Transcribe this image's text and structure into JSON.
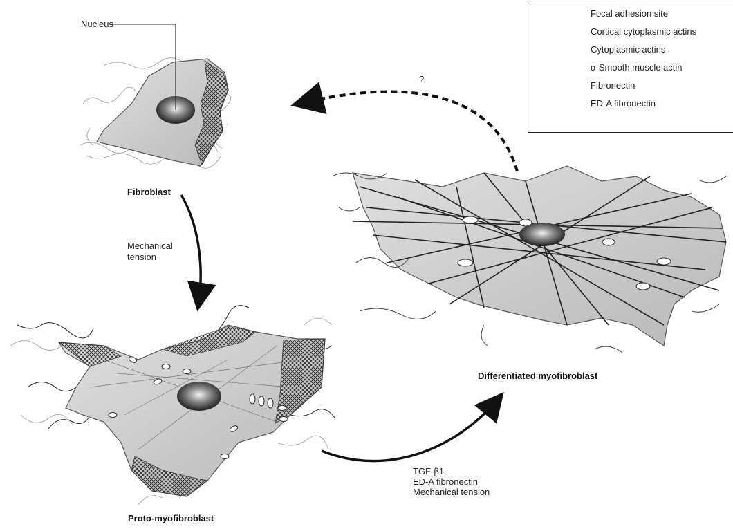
{
  "labels": {
    "nucleus": "Nucleus",
    "fibroblast": "Fibroblast",
    "proto": "Proto-myofibroblast",
    "differentiated": "Differentiated myofibroblast",
    "question": "?",
    "tension_1": "Mechanical",
    "tension_2": "tension",
    "factors": [
      "TGF-β1",
      "ED-A fibronectin",
      "Mechanical tension"
    ]
  },
  "legend": [
    {
      "label": "Focal adhesion site",
      "icon": "ellipse-icon"
    },
    {
      "label": "Cortical cytoplasmic actins",
      "icon": "crosshatch-icon"
    },
    {
      "label": "Cytoplasmic actins",
      "icon": "thin-line-icon"
    },
    {
      "label": "α-Smooth muscle actin",
      "icon": "thick-line-icon"
    },
    {
      "label": "Fibronectin",
      "icon": "light-wavy-line-icon"
    },
    {
      "label": "ED-A fibronectin",
      "icon": "dark-wavy-line-icon"
    }
  ],
  "colors": {
    "cell_fill": "#c9c9c9",
    "cell_stroke": "#555555",
    "nucleus_dark": "#2b2b2b",
    "nucleus_light": "#e8e8e8",
    "arrow": "#111111"
  }
}
